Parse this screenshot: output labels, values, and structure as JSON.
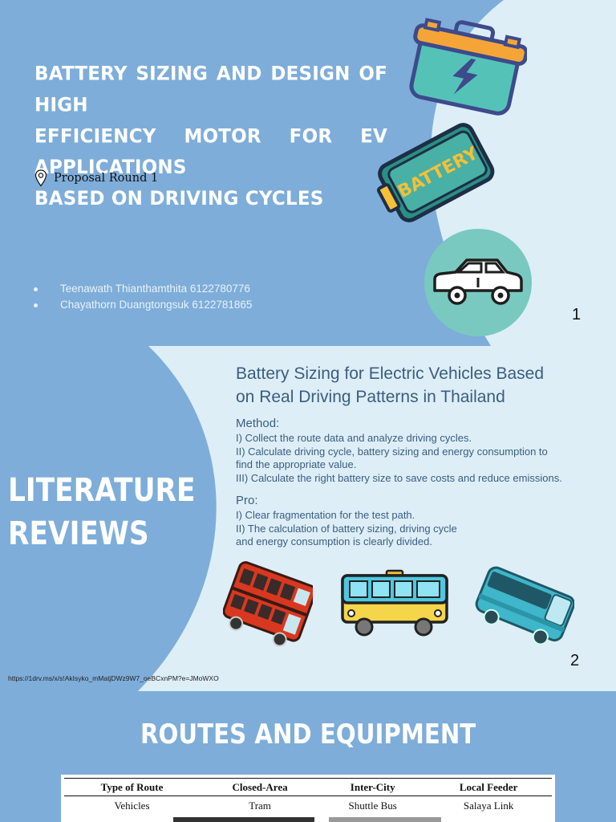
{
  "slide1": {
    "title_lines": [
      "Battery Sizing and Design of High",
      "Efficiency Motor for EV Applications",
      "Based on Driving Cycles"
    ],
    "proposal_label": "Proposal Round 1",
    "authors": [
      "Teenawath Thianthamthita 6122780776",
      "Chayathorn Duangtongsuk 6122781865"
    ],
    "page_number": "1",
    "battery_label": "BATTERY",
    "icons": [
      "toolbox-battery-icon",
      "battery-pack-icon",
      "car-icon"
    ]
  },
  "slide2": {
    "heading_lines": [
      "LITERATURE",
      "REVIEWS"
    ],
    "title_lines": [
      "Battery Sizing for Electric Vehicles Based",
      "on Real Driving Patterns in Thailand"
    ],
    "method_label": "Method:",
    "method_lines": [
      "I) Collect the route data and analyze driving cycles.",
      "II) Calculate driving cycle, battery sizing and energy consumption to",
      "find the appropriate value.",
      "III) Calculate the right battery size to save costs and reduce emissions."
    ],
    "pro_label": "Pro:",
    "pro_lines": [
      "I) Clear fragmentation for the test path.",
      "II) The calculation of battery sizing, driving cycle",
      "and energy consumption is clearly divided."
    ],
    "link": "https://1drv.ms/x/s!AkIsyko_mMatjDWz9W7_oeBCxnPM?e=JMoWXO",
    "page_number": "2",
    "icons": [
      "double-decker-bus-icon",
      "city-bus-icon",
      "coach-bus-icon"
    ]
  },
  "slide3": {
    "title": "Routes and Equipment",
    "table": {
      "headers": [
        "Type of Route",
        "Closed-Area",
        "Inter-City",
        "Local Feeder"
      ],
      "rows": [
        [
          "Vehicles",
          "Tram",
          "Shuttle Bus",
          "Salaya Link"
        ]
      ]
    }
  },
  "colors": {
    "page_blue": "#7eadd9",
    "light_blue": "#ddeef7",
    "title_blue": "#3b5d80",
    "teal_circle": "#79c9c0"
  }
}
